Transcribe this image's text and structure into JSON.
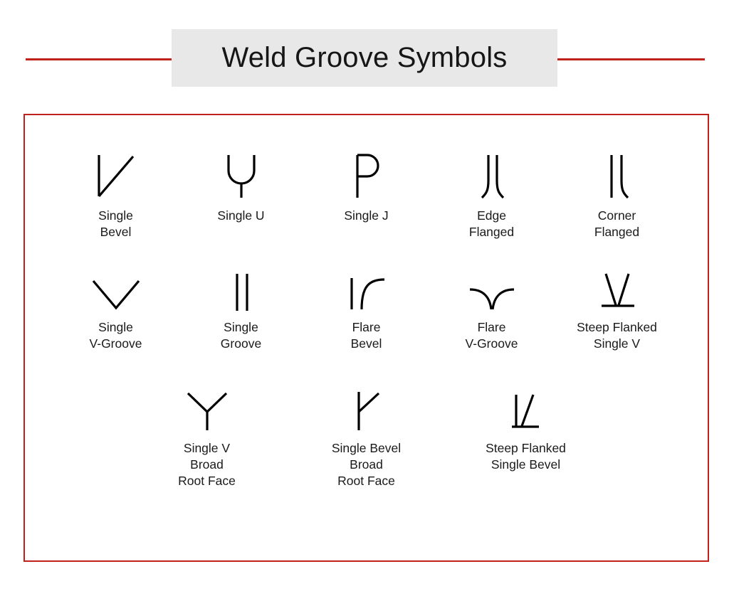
{
  "title": {
    "text": "Weld Groove Symbols",
    "plate_color": "#e8e8e8",
    "rule_color": "#c0211b"
  },
  "panel": {
    "border_color": "#c0211b",
    "background": "#ffffff"
  },
  "symbols": {
    "rows": [
      [
        {
          "icon": "single-bevel-groove-icon",
          "label": "Single\nBevel"
        },
        {
          "icon": "single-u-groove-icon",
          "label": "Single U"
        },
        {
          "icon": "single-j-groove-icon",
          "label": "Single J"
        },
        {
          "icon": "edge-flanged-icon",
          "label": "Edge\nFlanged"
        },
        {
          "icon": "corner-flanged-icon",
          "label": "Corner\nFlanged"
        }
      ],
      [
        {
          "icon": "single-v-groove-icon",
          "label": "Single\nV-Groove"
        },
        {
          "icon": "single-square-groove-icon",
          "label": "Single\nGroove"
        },
        {
          "icon": "flare-bevel-groove-icon",
          "label": "Flare\nBevel"
        },
        {
          "icon": "flare-v-groove-icon",
          "label": "Flare\nV-Groove"
        },
        {
          "icon": "steep-flanked-single-v-icon",
          "label": "Steep Flanked\nSingle V"
        }
      ],
      [
        {
          "icon": "single-v-broad-root-face-icon",
          "label": "Single V\nBroad\nRoot Face"
        },
        {
          "icon": "single-bevel-broad-root-face-icon",
          "label": "Single Bevel\nBroad\nRoot Face"
        },
        {
          "icon": "steep-flanked-single-bevel-icon",
          "label": "Steep Flanked\nSingle Bevel"
        }
      ]
    ]
  }
}
